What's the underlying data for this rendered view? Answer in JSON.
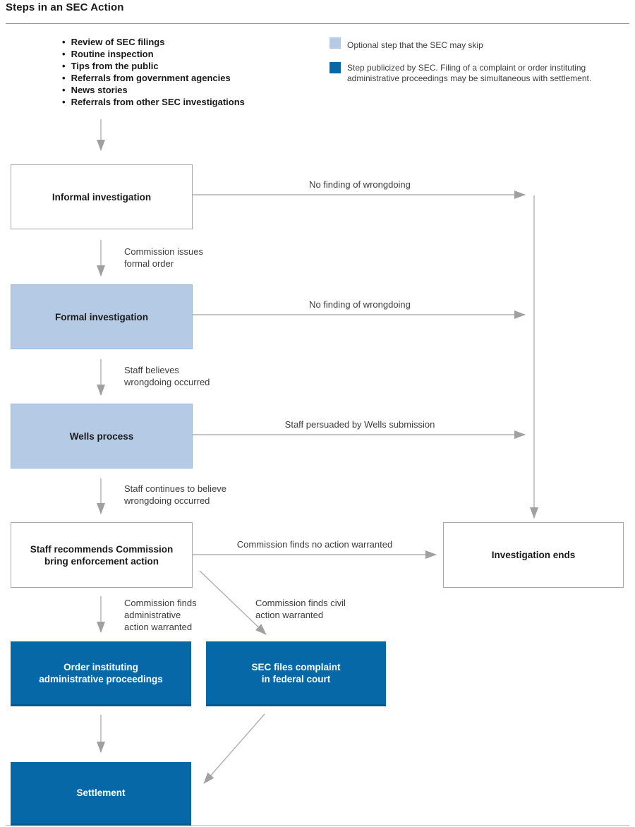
{
  "title": "Steps in an SEC Action",
  "sources": {
    "items": [
      "Review of SEC filings",
      "Routine inspection",
      "Tips from the public",
      "Referrals from government agencies",
      "News stories",
      "Referrals from other SEC investigations"
    ]
  },
  "legend": {
    "optional_label": "Optional step that the SEC may skip",
    "publicized_label": "Step publicized by SEC. Filing of a complaint or order instituting administrative proceedings may be simultaneous with settlement.",
    "optional_color": "#b5cbe5",
    "publicized_color": "#0768a8"
  },
  "nodes": {
    "informal": "Informal investigation",
    "formal": "Formal investigation",
    "wells": "Wells process",
    "recommend": "Staff recommends Commission\nbring enforcement action",
    "ends": "Investigation ends",
    "order": "Order instituting\nadministrative proceedings",
    "complaint": "SEC files complaint\nin federal court",
    "settlement": "Settlement"
  },
  "edges": {
    "informal_out": "No finding of wrongdoing",
    "informal_down": "Commission issues\nformal order",
    "formal_out": "No finding of wrongdoing",
    "formal_down": "Staff believes\nwrongdoing occurred",
    "wells_out": "Staff persuaded by Wells submission",
    "wells_down": "Staff continues to believe\nwrongdoing occurred",
    "recommend_out": "Commission finds no action warranted",
    "recommend_down": "Commission finds\nadministrative\naction warranted",
    "recommend_diag": "Commission finds civil\naction warranted"
  },
  "colors": {
    "arrow_line": "#b0b0b0",
    "arrow_head": "#a0a0a0",
    "node_border": "#a6a6a6",
    "text_dark": "#1a1a1a"
  }
}
